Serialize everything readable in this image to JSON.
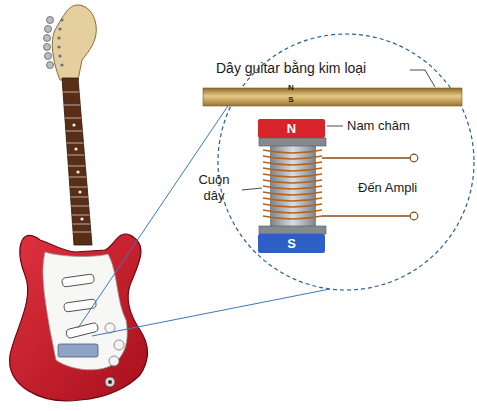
{
  "diagram": {
    "nodes": [
      {
        "text": [
          "N"
        ]
      },
      {
        "text": [
          "S"
        ]
      }
    ],
    "labels": [
      "Dây guitar bằng kim loại",
      "N",
      "S",
      "Nam châm",
      "Cuộn dây",
      "Đến Ampli"
    ]
  }
}
